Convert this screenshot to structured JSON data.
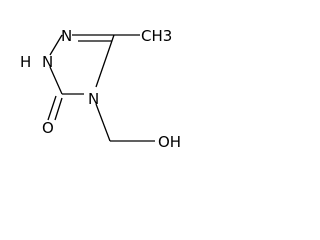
{
  "molecule": {
    "atoms": {
      "n1": "N",
      "n2": "N",
      "h_n2": "H",
      "methyl": "CH3",
      "n4": "N",
      "o_carbonyl": "O",
      "o_hydroxyl": "OH"
    }
  }
}
